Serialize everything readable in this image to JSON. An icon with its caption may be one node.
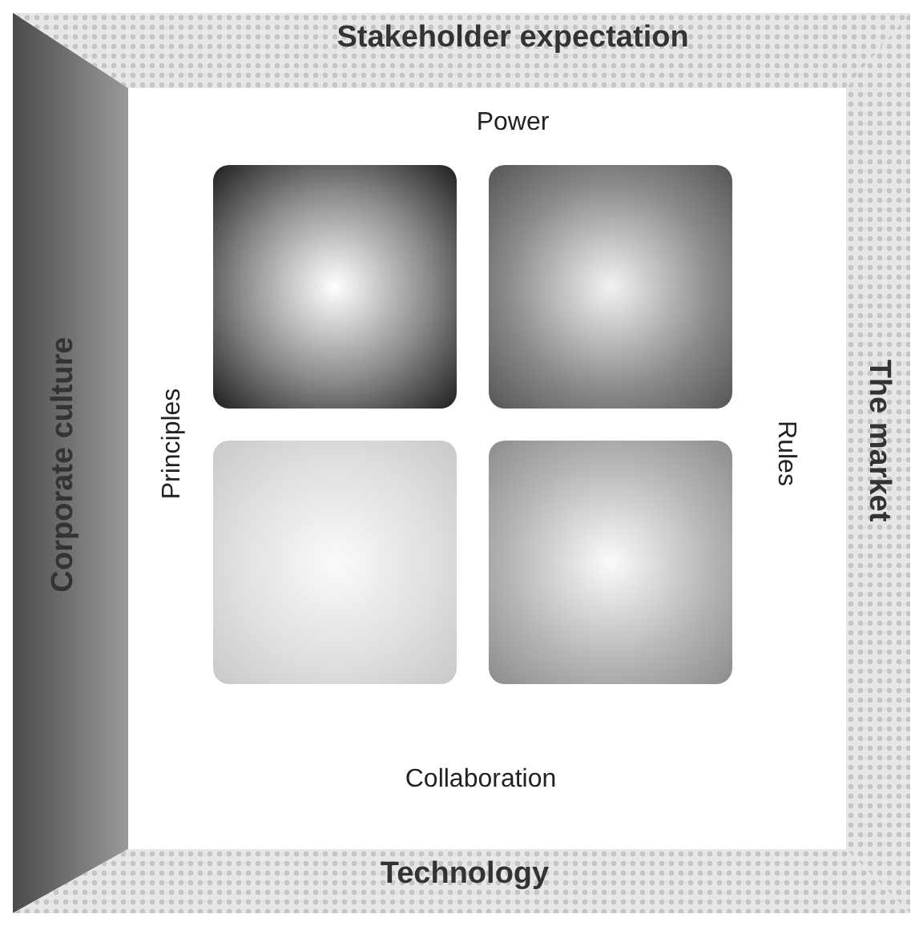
{
  "diagram": {
    "nodes": [
      {
        "text": [
          "Stakeholder expectation"
        ]
      },
      {
        "text": [
          "Corporate culture"
        ]
      },
      {
        "text": [
          "The market"
        ]
      },
      {
        "text": [
          "Technology"
        ]
      },
      {
        "text": [
          "Power",
          "Principles",
          "Rules",
          "Collaboration"
        ]
      },
      {
        "text": [],
        "shape": "box",
        "in": 4
      },
      {
        "text": [],
        "shape": "box",
        "in": 4
      },
      {
        "text": [],
        "shape": "box",
        "in": 4
      },
      {
        "text": [],
        "shape": "box",
        "in": 4
      }
    ]
  }
}
